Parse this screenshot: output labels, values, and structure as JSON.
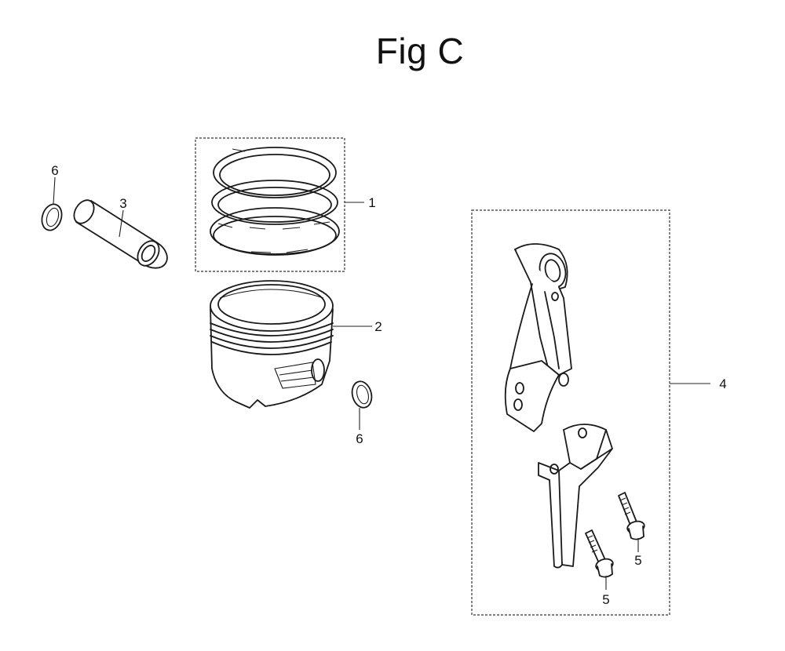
{
  "figure": {
    "title": "Fig C"
  },
  "callouts": {
    "ring_set": "1",
    "piston": "2",
    "piston_pin": "3",
    "connecting_rod_set": "4",
    "rod_bolt_lower": "5",
    "rod_bolt_right": "5",
    "clip_left": "6",
    "clip_right": "6"
  }
}
